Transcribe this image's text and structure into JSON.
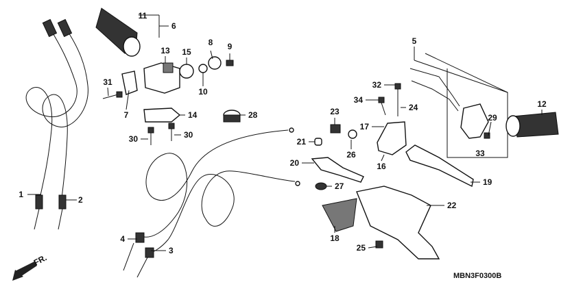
{
  "callouts": [
    "1",
    "2",
    "3",
    "4",
    "5",
    "6",
    "7",
    "8",
    "9",
    "10",
    "11",
    "12",
    "13",
    "14",
    "15",
    "16",
    "17",
    "18",
    "19",
    "20",
    "21",
    "22",
    "23",
    "24",
    "25",
    "26",
    "27",
    "28",
    "29",
    "30",
    "31",
    "32",
    "33",
    "34"
  ],
  "diagram_code": "MBN3F0300B",
  "front_marker": "FR.",
  "icons": {
    "front_arrow": "arrow-down-left-icon"
  }
}
